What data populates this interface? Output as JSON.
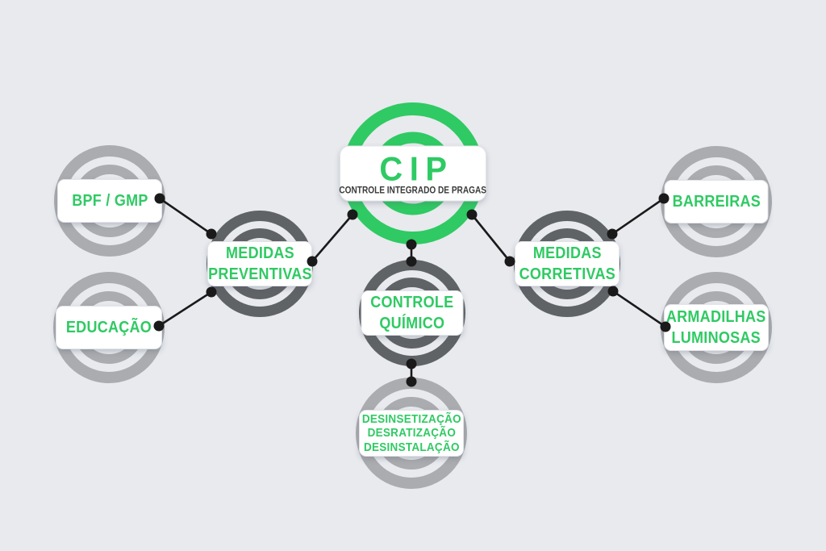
{
  "colors": {
    "bg": "#e8eaee",
    "green": "#2fca63",
    "ring_dark": "#5f6365",
    "ring_light": "#aaacaf",
    "connector_black": "#1a1a1a",
    "box_white": "#ffffff",
    "subtitle_dark": "#3a3a3a"
  },
  "diagram": {
    "type": "concept-map",
    "nodes": {
      "cip": {
        "title": "CIP",
        "subtitle": "CONTROLE INTEGRADO DE PRAGAS"
      },
      "bpf_gmp": {
        "label": "BPF / GMP"
      },
      "educacao": {
        "label": "EDUCAÇÃO"
      },
      "medidas_preventivas": {
        "label": "MEDIDAS\nPREVENTIVAS"
      },
      "controle_quimico": {
        "label": "CONTROLE\nQUÍMICO"
      },
      "desinsetizacao": {
        "label": "DESINSETIZAÇÃO\nDESRATIZAÇÃO\nDESINSTALAÇÃO"
      },
      "medidas_corretivas": {
        "label": "MEDIDAS\nCORRETIVAS"
      },
      "barreiras": {
        "label": "BARREIRAS"
      },
      "armadilhas_luminosas": {
        "label": "ARMADILHAS\nLUMINOSAS"
      }
    },
    "edges": [
      {
        "from": "bpf_gmp",
        "to": "medidas_preventivas"
      },
      {
        "from": "educacao",
        "to": "medidas_preventivas"
      },
      {
        "from": "medidas_preventivas",
        "to": "cip"
      },
      {
        "from": "cip",
        "to": "medidas_corretivas"
      },
      {
        "from": "medidas_corretivas",
        "to": "barreiras"
      },
      {
        "from": "medidas_corretivas",
        "to": "armadilhas_luminosas"
      },
      {
        "from": "cip",
        "to": "controle_quimico"
      },
      {
        "from": "controle_quimico",
        "to": "desinsetizacao"
      }
    ]
  }
}
